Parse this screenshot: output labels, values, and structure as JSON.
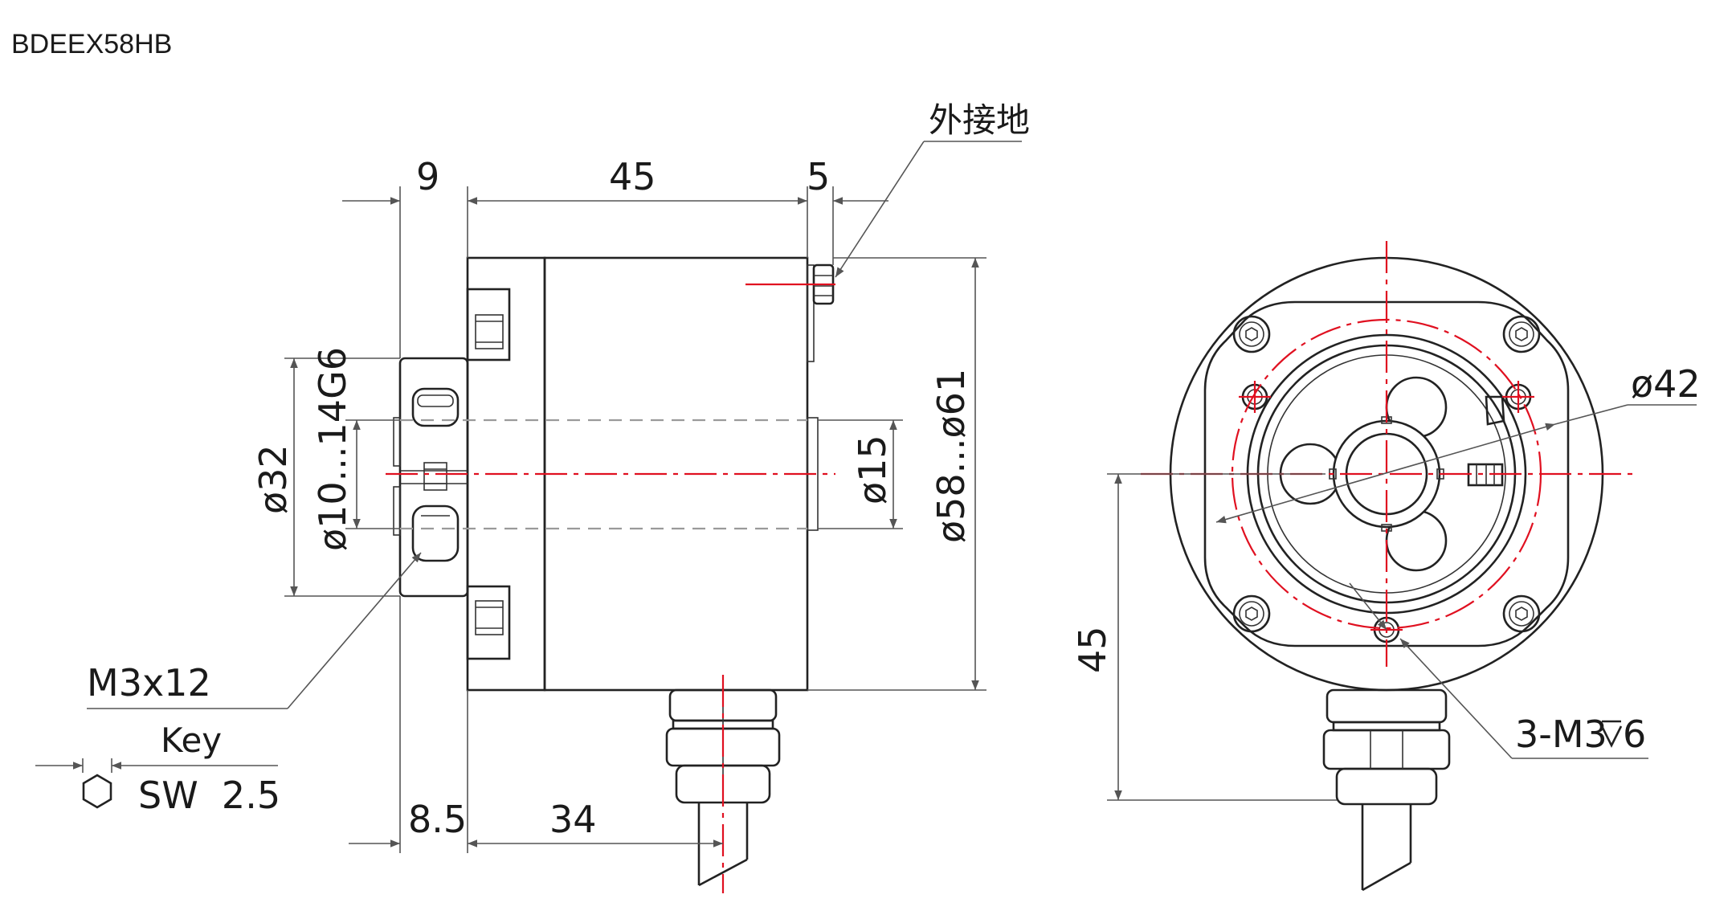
{
  "model": "BDEEX58HB",
  "side_view": {
    "dim_top": [
      "9",
      "45",
      "5"
    ],
    "dim_bottom": [
      "8.5",
      "34"
    ],
    "dim_vertical": [
      "ø32",
      "ø10...14G6",
      "ø15",
      "ø58...ø61"
    ],
    "ground_label": "外接地",
    "screw_label": "M3x12",
    "key_label": "Key",
    "key_size": "SW  2.5"
  },
  "front_view": {
    "pcd_label": "ø42",
    "height_label": "45",
    "holes_label": "3-M3"
  },
  "colors": {
    "outline": "#222222",
    "hidden": "#9a9a9a",
    "center_line": "#e01020",
    "dimension": "#555555"
  }
}
